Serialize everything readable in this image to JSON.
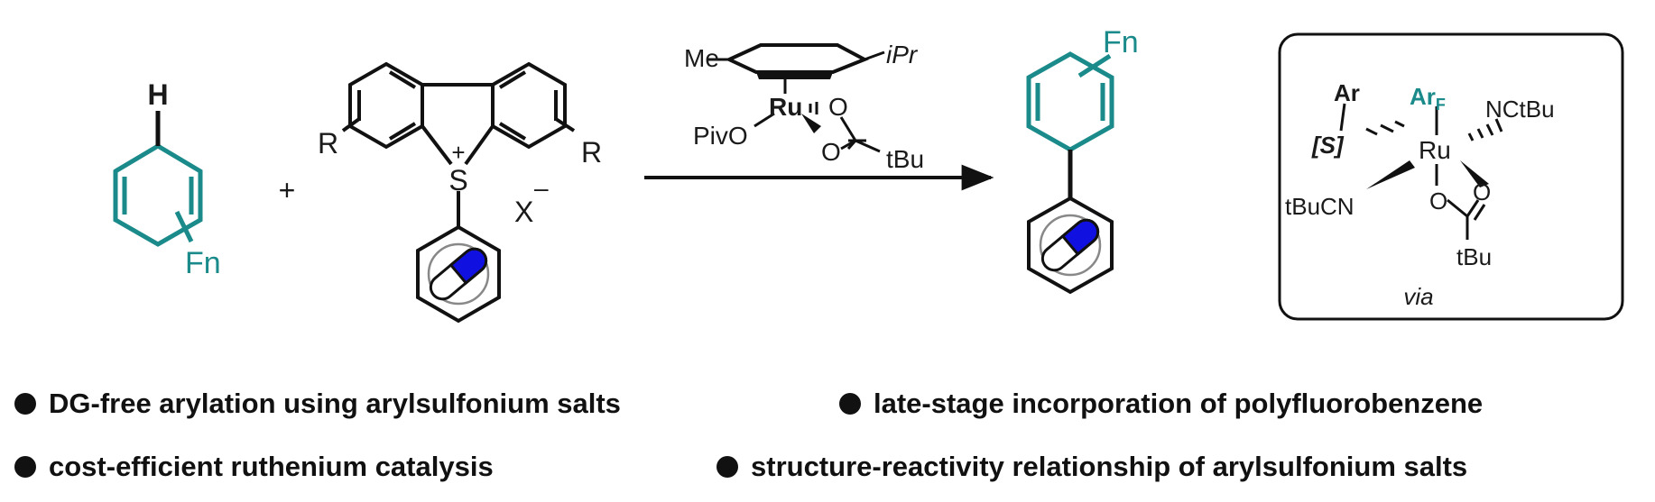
{
  "reactant": {
    "h": "H",
    "fn": "Fn"
  },
  "plus": "+",
  "salt": {
    "r_left": "R",
    "r_right": "R",
    "s": "S",
    "charge": "+",
    "counterion": "X",
    "counter_charge": "–"
  },
  "catalyst": {
    "me": "Me",
    "ipr": "iPr",
    "ru": "Ru",
    "pivo": "PivO",
    "o1": "O",
    "o2": "O",
    "tbu": "tBu"
  },
  "product": {
    "fn": "Fn"
  },
  "intermediate": {
    "ar": "Ar",
    "s": "[S]",
    "arf": "Ar",
    "arf_sub": "F",
    "nctbu": "NCtBu",
    "ru": "Ru",
    "tbucn": "tBuCN",
    "o1": "O",
    "o2": "O",
    "tbu": "tBu",
    "via": "via"
  },
  "bullets": [
    "DG-free arylation using arylsulfonium salts",
    "late-stage incorporation of polyfluorobenzene",
    "cost-efficient ruthenium catalysis",
    "structure-reactivity relationship of arylsulfonium salts"
  ],
  "colors": {
    "teal": "#1a8a8a",
    "pill_blue": "#1010e0"
  }
}
